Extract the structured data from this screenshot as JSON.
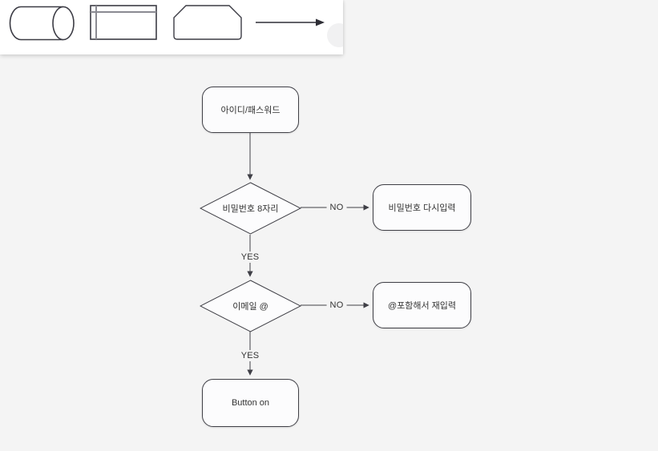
{
  "canvas": {
    "background": "#f4f4f4"
  },
  "palette": {
    "icons": [
      {
        "name": "direct-data-cylinder-icon"
      },
      {
        "name": "internal-storage-icon"
      },
      {
        "name": "loop-limit-icon"
      },
      {
        "name": "arrow-connector-icon"
      }
    ]
  },
  "flowchart": {
    "stroke_color": "#3f3f46",
    "node_fill": "#fcfcfd",
    "nodes": [
      {
        "id": "start",
        "type": "rounded-rect",
        "label": "아이디/패스워드"
      },
      {
        "id": "check-password",
        "type": "diamond",
        "label": "비밀번호 8자리"
      },
      {
        "id": "retry-password",
        "type": "rounded-rect",
        "label": "비밀번호 다시입력"
      },
      {
        "id": "check-email",
        "type": "diamond",
        "label": "이메일 @"
      },
      {
        "id": "retry-email",
        "type": "rounded-rect",
        "label": "@포함해서 재입력"
      },
      {
        "id": "end",
        "type": "rounded-rect",
        "label": "Button on"
      }
    ],
    "edges": [
      {
        "from": "start",
        "to": "check-password",
        "label": ""
      },
      {
        "from": "check-password",
        "to": "retry-password",
        "label": "NO"
      },
      {
        "from": "check-password",
        "to": "check-email",
        "label": "YES"
      },
      {
        "from": "check-email",
        "to": "retry-email",
        "label": "NO"
      },
      {
        "from": "check-email",
        "to": "end",
        "label": "YES"
      }
    ]
  }
}
